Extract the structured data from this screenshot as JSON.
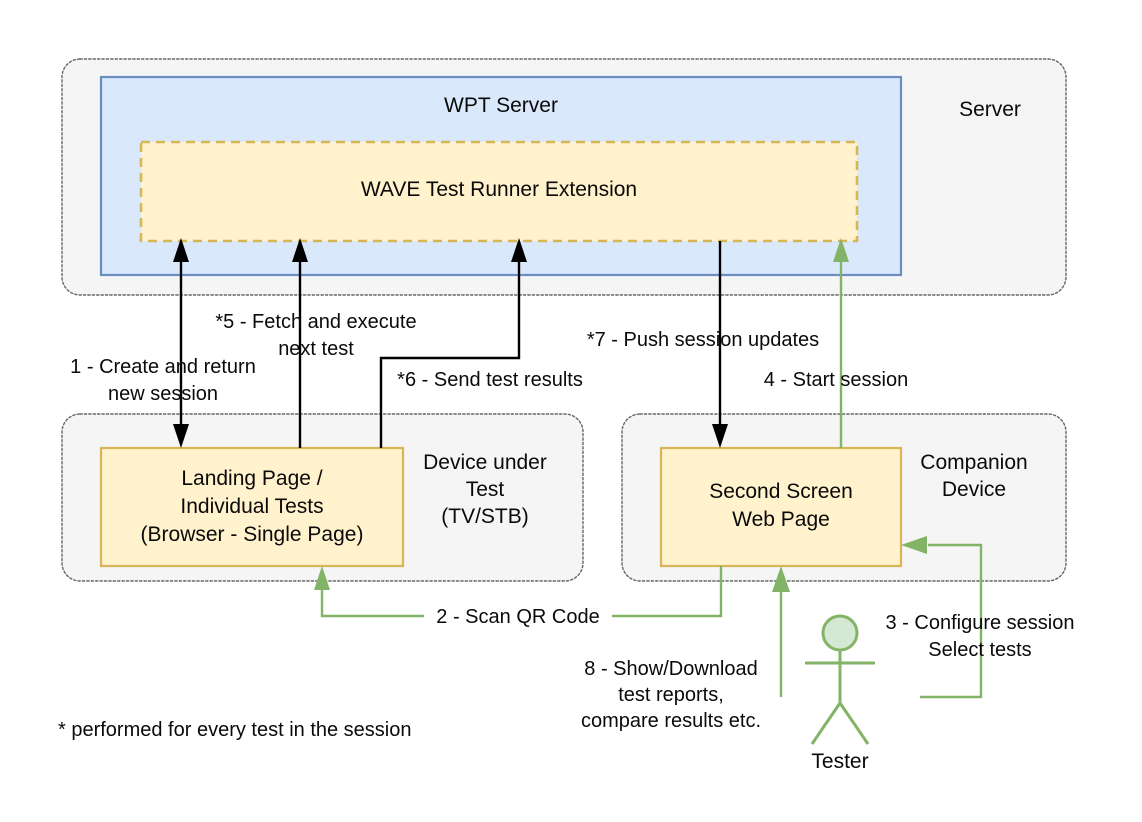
{
  "diagram": {
    "title": "WAVE Test Runner architecture and session flow",
    "colors": {
      "container_fill": "#f5f5f5",
      "container_stroke": "#666666",
      "server_fill": "#dae8fc",
      "server_stroke": "#6c8ebf",
      "process_fill": "#fff2cc",
      "process_stroke": "#d6b656",
      "green_accent": "#82b366",
      "green_fill": "#d5e8d4",
      "black_flow": "#000000"
    },
    "containers": [
      {
        "id": "server",
        "label": "Server"
      },
      {
        "id": "device-under-test",
        "label": "Device under\nTest\n(TV/STB)",
        "lines": [
          "Device under",
          "Test",
          "(TV/STB)"
        ]
      },
      {
        "id": "companion-device",
        "label": "Companion\nDevice",
        "lines": [
          "Companion",
          "Device"
        ]
      }
    ],
    "nodes": [
      {
        "id": "wpt-server",
        "label": "WPT Server",
        "lines": [
          "WPT Server"
        ]
      },
      {
        "id": "wave-extension",
        "label": "WAVE Test Runner Extension",
        "lines": [
          "WAVE Test Runner Extension"
        ]
      },
      {
        "id": "landing-page",
        "label": "Landing Page / Individual Tests (Browser - Single Page)",
        "lines": [
          "Landing Page /",
          "Individual Tests",
          "(Browser - Single Page)"
        ]
      },
      {
        "id": "second-screen",
        "label": "Second Screen Web Page",
        "lines": [
          "Second Screen",
          "Web Page"
        ]
      }
    ],
    "actor": {
      "id": "tester",
      "label": "Tester"
    },
    "flows": [
      {
        "id": "flow-1",
        "number": "1",
        "color": "black",
        "lines": [
          "1 - Create and return",
          "new session"
        ]
      },
      {
        "id": "flow-2",
        "number": "2",
        "color": "green",
        "lines": [
          "2 - Scan QR Code"
        ]
      },
      {
        "id": "flow-3",
        "number": "3",
        "color": "green",
        "lines": [
          "3 - Configure session",
          "Select tests"
        ]
      },
      {
        "id": "flow-4",
        "number": "4",
        "color": "green",
        "lines": [
          "4 - Start session"
        ]
      },
      {
        "id": "flow-5",
        "number": "*5",
        "color": "black",
        "lines": [
          "*5 - Fetch and execute",
          "next test"
        ]
      },
      {
        "id": "flow-6",
        "number": "*6",
        "color": "black",
        "lines": [
          "*6 - Send test results"
        ]
      },
      {
        "id": "flow-7",
        "number": "*7",
        "color": "black",
        "lines": [
          "*7 - Push session updates"
        ]
      },
      {
        "id": "flow-8",
        "number": "8",
        "color": "green",
        "lines": [
          "8 - Show/Download",
          "test reports,",
          "compare results etc."
        ]
      }
    ],
    "footnote": "* performed for every test in the session"
  }
}
